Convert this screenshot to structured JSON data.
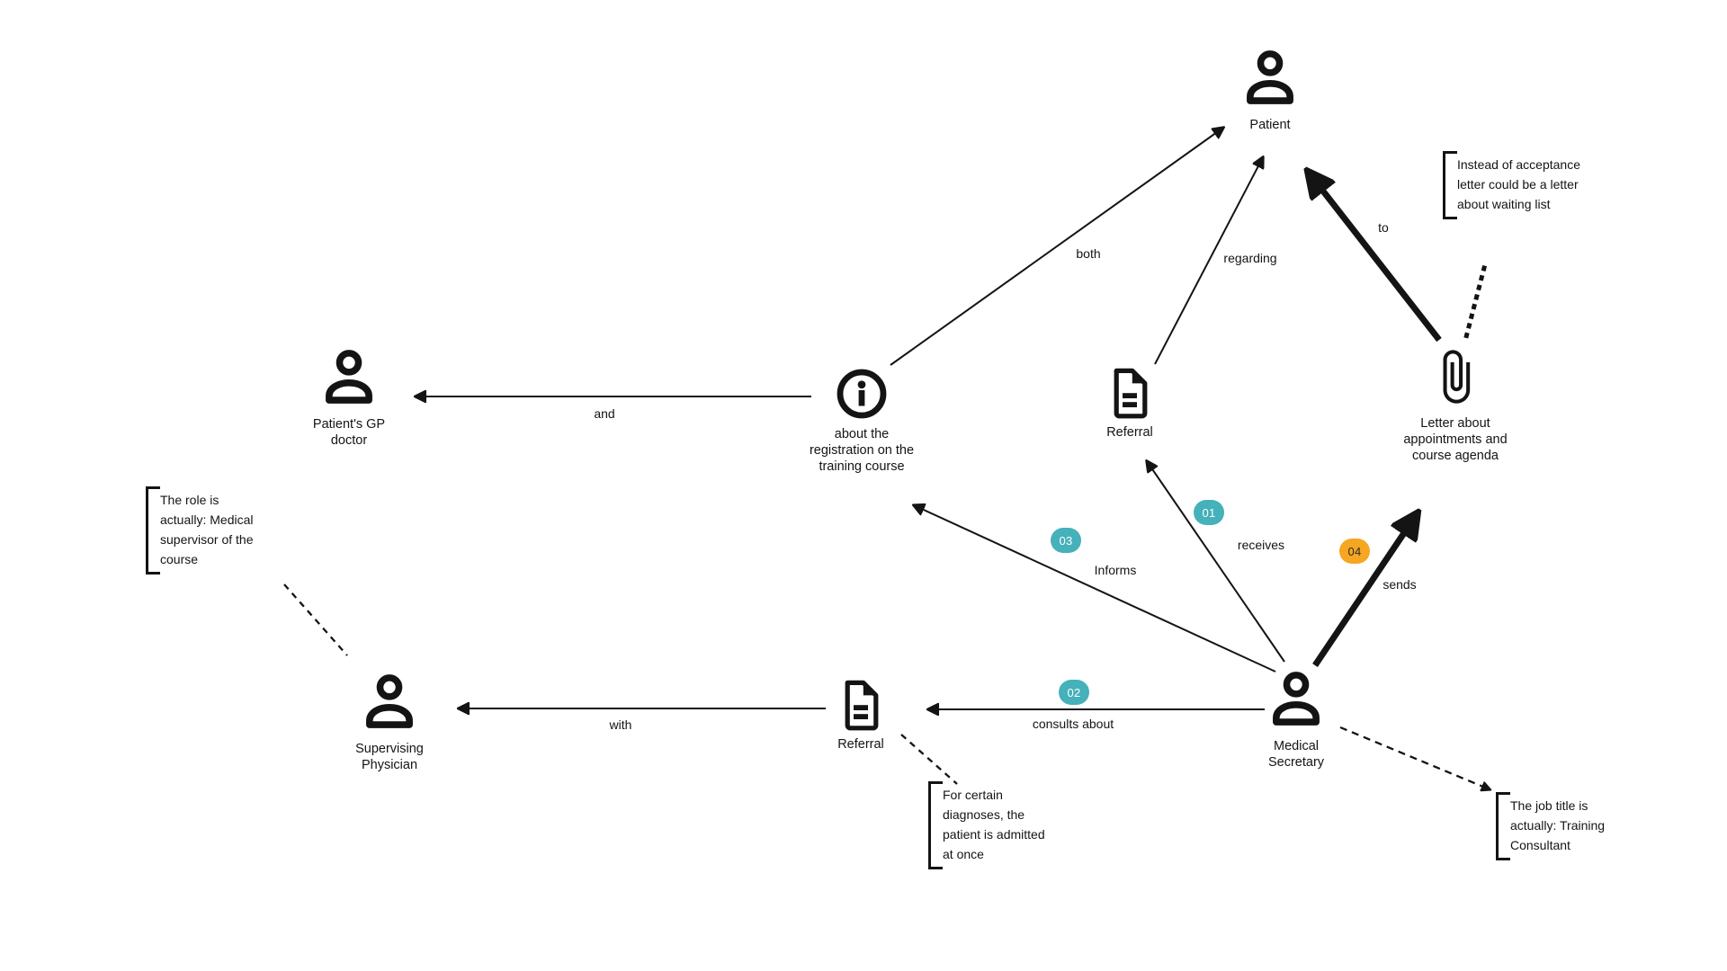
{
  "diagram": {
    "nodes": {
      "patient": {
        "label": "Patient",
        "icon": "person-icon"
      },
      "gp_doctor": {
        "label": "Patient's GP doctor",
        "icon": "person-icon"
      },
      "registration_info": {
        "label": "about the registration on the training course",
        "icon": "info-icon"
      },
      "referral_top": {
        "label": "Referral",
        "icon": "document-icon"
      },
      "letter": {
        "label": "Letter about appointments and course agenda",
        "icon": "paperclip-icon"
      },
      "supervising_physician": {
        "label": "Supervising Physician",
        "icon": "person-icon"
      },
      "referral_bottom": {
        "label": "Referral",
        "icon": "document-icon"
      },
      "medical_secretary": {
        "label": "Medical Secretary",
        "icon": "person-icon"
      }
    },
    "edges": {
      "and": "and",
      "both": "both",
      "regarding": "regarding",
      "to": "to",
      "receives": "receives",
      "informs": "Informs",
      "sends": "sends",
      "consults_about": "consults about",
      "with": "with"
    },
    "badges": {
      "b01": {
        "text": "01",
        "color": "#45b1ba"
      },
      "b02": {
        "text": "02",
        "color": "#45b1ba"
      },
      "b03": {
        "text": "03",
        "color": "#45b1ba"
      },
      "b04": {
        "text": "04",
        "color": "#f5a623"
      }
    },
    "notes": {
      "acceptance": "Instead of acceptance letter could be a letter about waiting list",
      "role": "The role is actually: Medical supervisor of the course",
      "diagnoses": "For certain diagnoses, the patient is admitted at once",
      "job_title": "The job title is actually: Training Consultant"
    },
    "colors": {
      "background": "#ffffff",
      "line": "#141414",
      "badge_teal": "#45b1ba",
      "badge_orange": "#f5a623"
    }
  }
}
